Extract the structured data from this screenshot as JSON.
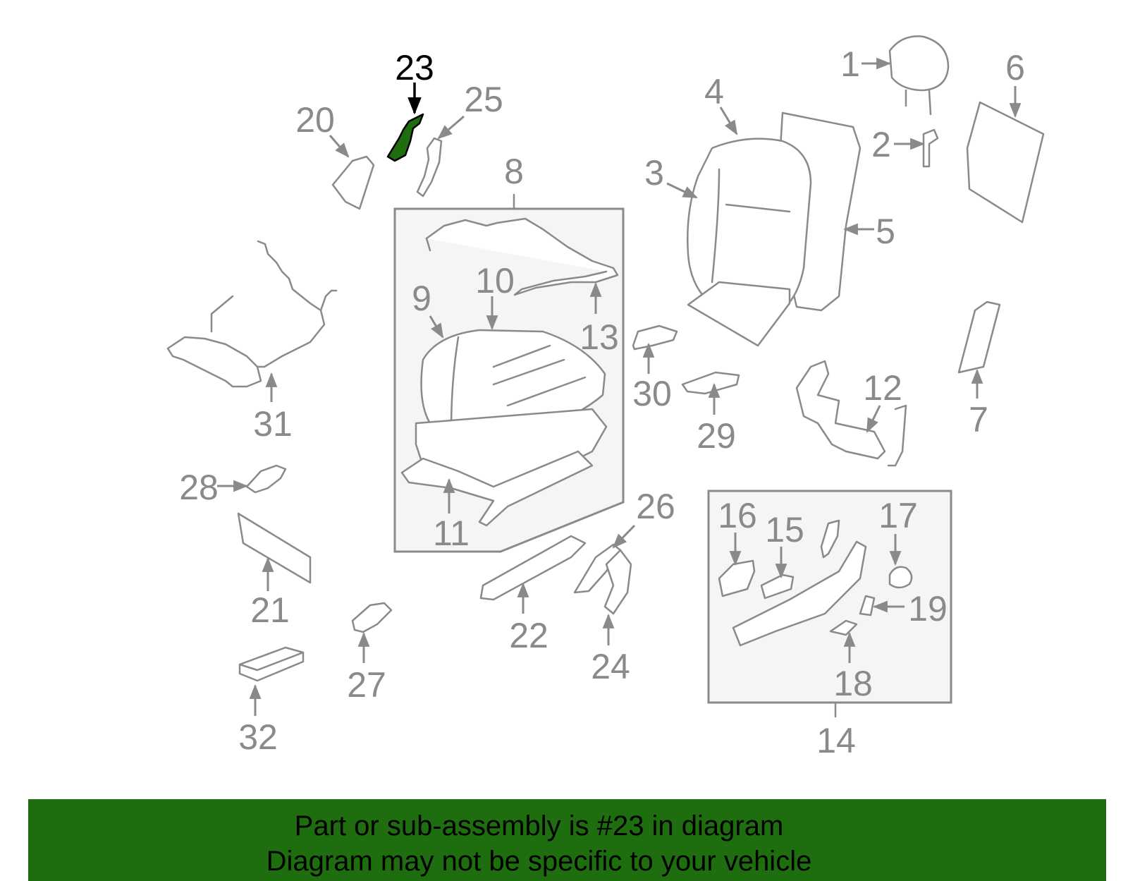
{
  "highlight": {
    "part": "23",
    "color": "#1e6e10"
  },
  "labels": [
    "1",
    "2",
    "3",
    "4",
    "5",
    "6",
    "7",
    "8",
    "9",
    "10",
    "11",
    "12",
    "13",
    "14",
    "15",
    "16",
    "17",
    "18",
    "19",
    "20",
    "21",
    "22",
    "23",
    "24",
    "25",
    "26",
    "27",
    "28",
    "29",
    "30",
    "31",
    "32"
  ],
  "banner": {
    "line1": "Part or sub-assembly is #23 in diagram",
    "line2": "Diagram may not be specific to your vehicle",
    "bg_color": "#1e6e10"
  }
}
